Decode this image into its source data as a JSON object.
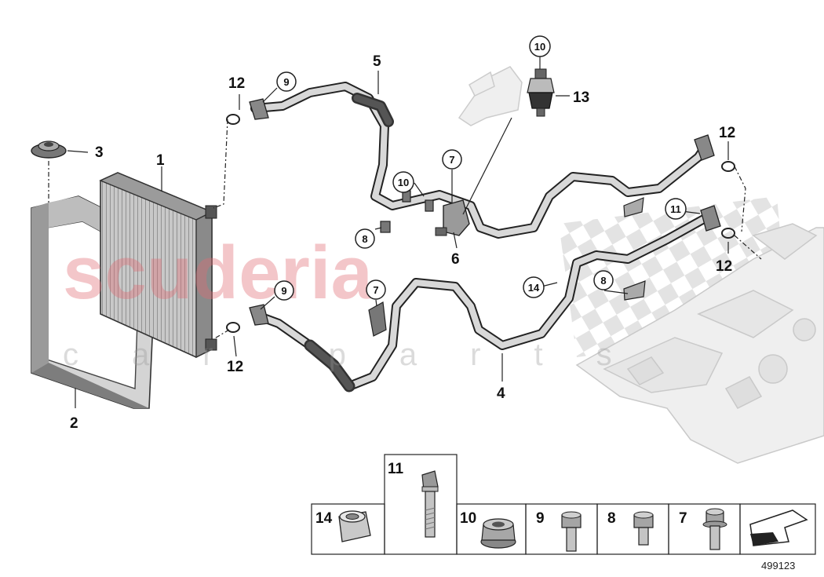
{
  "watermark": {
    "brand": "scuderia",
    "subtitle": "car parts"
  },
  "callouts": {
    "plain": [
      "1",
      "2",
      "3",
      "4",
      "5",
      "6",
      "12",
      "12",
      "12",
      "12",
      "13"
    ],
    "circled": [
      "7",
      "7",
      "8",
      "8",
      "9",
      "9",
      "10",
      "10",
      "11",
      "14"
    ]
  },
  "hardware_table": {
    "cells": [
      "14",
      "11",
      "10",
      "9",
      "8",
      "7"
    ]
  },
  "reference_number": "499123",
  "colors": {
    "line": "#222222",
    "part_fill": "#d9d9d9",
    "part_dark": "#6a6a6a",
    "ghost": "#e4e4e4",
    "watermark": "#e26b74"
  }
}
